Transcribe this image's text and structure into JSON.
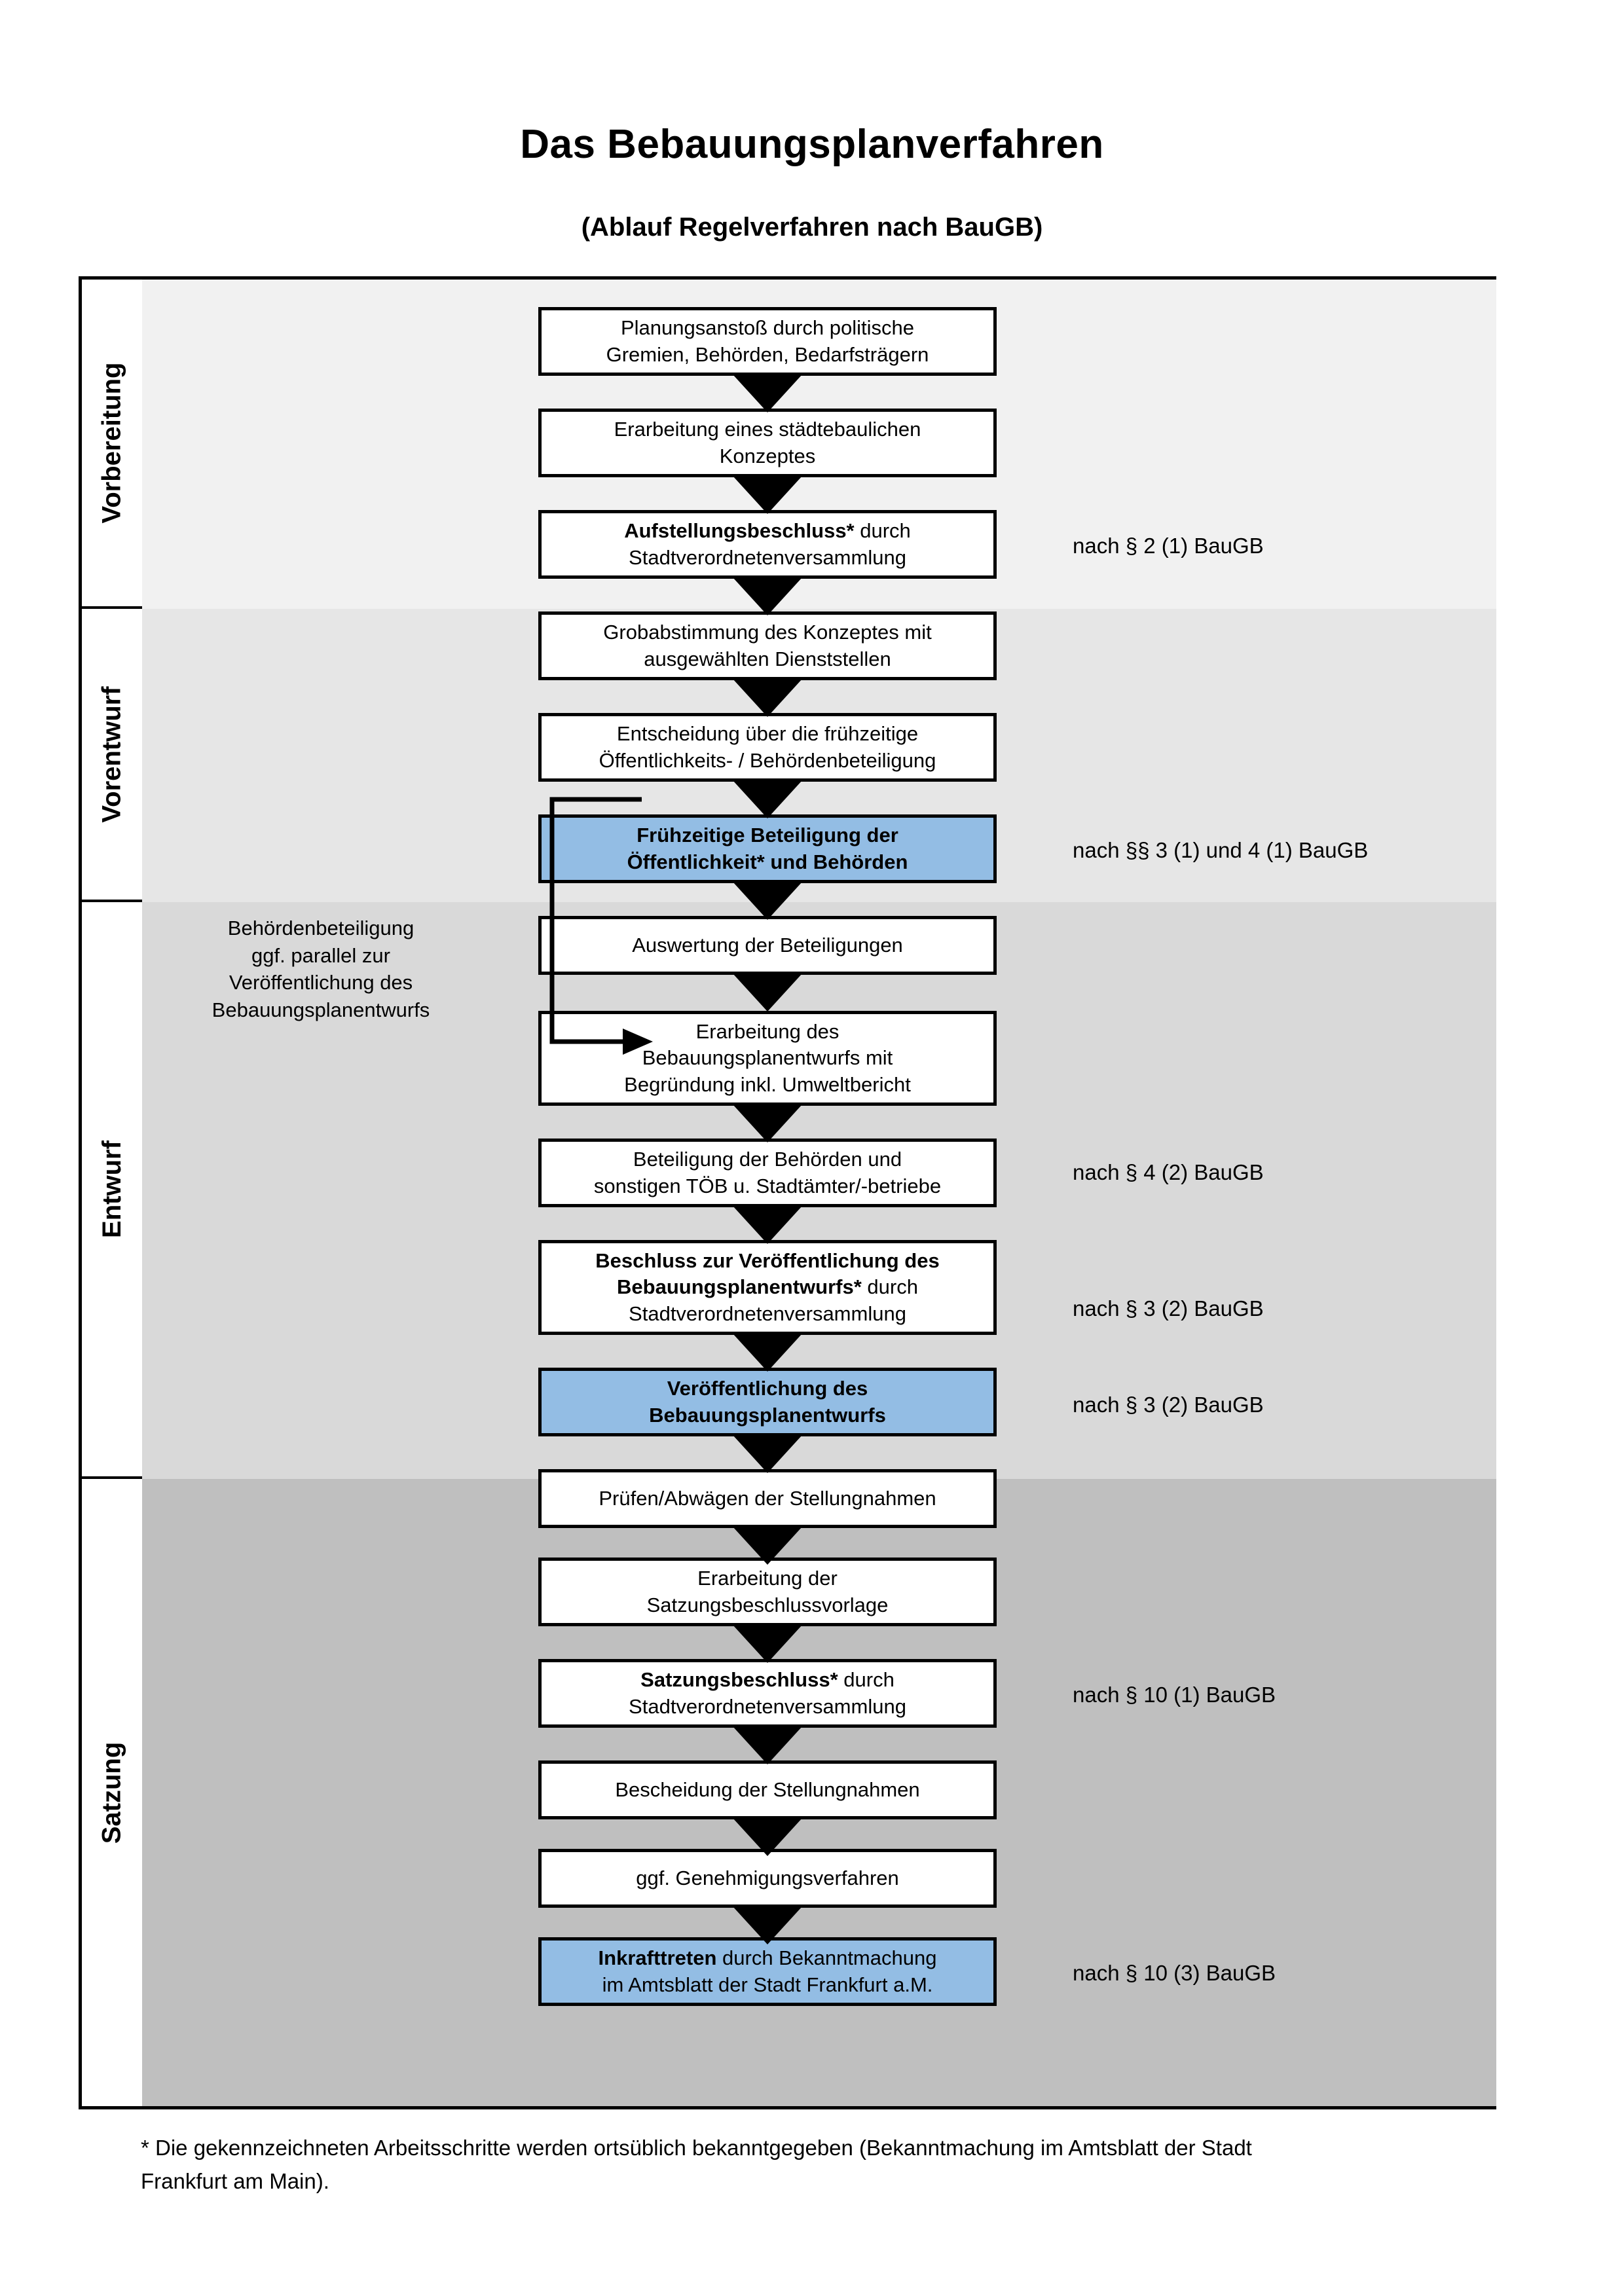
{
  "header": {
    "title": "Das Bebauungsplanverfahren",
    "subtitle": "(Ablauf Regelverfahren nach BauGB)"
  },
  "phases": [
    {
      "id": "vorbereitung",
      "label": "Vorbereitung"
    },
    {
      "id": "vorentwurf",
      "label": "Vorentwurf"
    },
    {
      "id": "entwurf",
      "label": "Entwurf"
    },
    {
      "id": "satzung",
      "label": "Satzung"
    }
  ],
  "steps": [
    {
      "id": "planungsanstoss",
      "phase": "vorbereitung",
      "highlight": false,
      "lines": [
        {
          "text": "Planungsanstoß durch politische",
          "bold": false
        },
        {
          "text": "Gremien, Behörden, Bedarfsträgern",
          "bold": false
        }
      ],
      "l1": "Planungsanstoß durch politische",
      "l2": "Gremien, Behörden, Bedarfsträgern"
    },
    {
      "id": "staedtebauliches-konzept",
      "phase": "vorbereitung",
      "highlight": false,
      "l1": "Erarbeitung eines städtebaulichen",
      "l2": "Konzeptes"
    },
    {
      "id": "aufstellungsbeschluss",
      "phase": "vorbereitung",
      "highlight": false,
      "l1a": "Aufstellungsbeschluss*",
      "l1b": " durch",
      "l2": "Stadtverordnetenversammlung"
    },
    {
      "id": "grobabstimmung",
      "phase": "vorentwurf",
      "highlight": false,
      "l1": "Grobabstimmung des Konzeptes mit",
      "l2": "ausgewählten Dienststellen"
    },
    {
      "id": "entscheidung-fruehzeitige",
      "phase": "vorentwurf",
      "highlight": false,
      "l1": "Entscheidung über die frühzeitige",
      "l2": "Öffentlichkeits- / Behördenbeteiligung"
    },
    {
      "id": "fruehzeitige-beteiligung",
      "phase": "vorentwurf",
      "highlight": true,
      "l1": "Frühzeitige Beteiligung der",
      "l2": "Öffentlichkeit* und Behörden"
    },
    {
      "id": "auswertung-beteiligungen",
      "phase": "entwurf",
      "highlight": false,
      "l1": "Auswertung der Beteiligungen"
    },
    {
      "id": "erarbeitung-bplanentwurf",
      "phase": "entwurf",
      "highlight": false,
      "l1": "Erarbeitung des",
      "l2": "Bebauungsplanentwurfs mit",
      "l3": "Begründung inkl. Umweltbericht"
    },
    {
      "id": "beteiligung-behoerden-toeb",
      "phase": "entwurf",
      "highlight": false,
      "l1": "Beteiligung der Behörden und",
      "l2": "sonstigen TÖB u. Stadtämter/-betriebe"
    },
    {
      "id": "beschluss-veroeffentlichung",
      "phase": "entwurf",
      "highlight": false,
      "l1": "Beschluss zur Veröffentlichung des",
      "l2a": "Bebauungsplanentwurfs*",
      "l2b": " durch",
      "l3": "Stadtverordnetenversammlung"
    },
    {
      "id": "veroeffentlichung-bplanentwurf",
      "phase": "entwurf",
      "highlight": true,
      "l1": "Veröffentlichung des",
      "l2": "Bebauungsplanentwurfs"
    },
    {
      "id": "pruefen-abwaegen",
      "phase": "satzung",
      "highlight": false,
      "l1": "Prüfen/Abwägen der Stellungnahmen"
    },
    {
      "id": "satzungsbeschlussvorlage",
      "phase": "satzung",
      "highlight": false,
      "l1": "Erarbeitung der",
      "l2": "Satzungsbeschlussvorlage"
    },
    {
      "id": "satzungsbeschluss",
      "phase": "satzung",
      "highlight": false,
      "l1a": "Satzungsbeschluss*",
      "l1b": " durch",
      "l2": "Stadtverordnetenversammlung"
    },
    {
      "id": "bescheidung-stellungnahmen",
      "phase": "satzung",
      "highlight": false,
      "l1": "Bescheidung der Stellungnahmen"
    },
    {
      "id": "genehmigungsverfahren",
      "phase": "satzung",
      "highlight": false,
      "l1": "ggf. Genehmigungsverfahren"
    },
    {
      "id": "inkrafttreten",
      "phase": "satzung",
      "highlight": true,
      "l1a": "Inkrafttreten",
      "l1b": " durch Bekanntmachung",
      "l2": "im Amtsblatt der Stadt Frankfurt a.M."
    }
  ],
  "side_note": {
    "l1": "Behördenbeteiligung",
    "l2": "ggf. parallel zur",
    "l3": "Veröffentlichung des",
    "l4": "Bebauungsplanentwurfs"
  },
  "legal_refs": {
    "r1": "nach § 2 (1) BauGB",
    "r2": "nach §§ 3 (1) und 4 (1) BauGB",
    "r3": "nach § 4 (2) BauGB",
    "r4": "nach § 3 (2) BauGB",
    "r5": "nach § 3 (2) BauGB",
    "r6": "nach § 10 (1) BauGB",
    "r7": "nach § 10 (3) BauGB"
  },
  "footnote": {
    "l1": "* Die gekennzeichneten Arbeitsschritte werden ortsüblich bekanntgegeben (Bekanntmachung im Amtsblatt  der Stadt",
    "l2": "Frankfurt am Main)."
  },
  "colors": {
    "highlight_fill": "#93bde4",
    "band_vorbereitung": "#f1f1f1",
    "band_vorentwurf": "#e6e6e6",
    "band_entwurf": "#d9d9d9",
    "band_satzung": "#bfbfbf",
    "stroke": "#000000"
  }
}
